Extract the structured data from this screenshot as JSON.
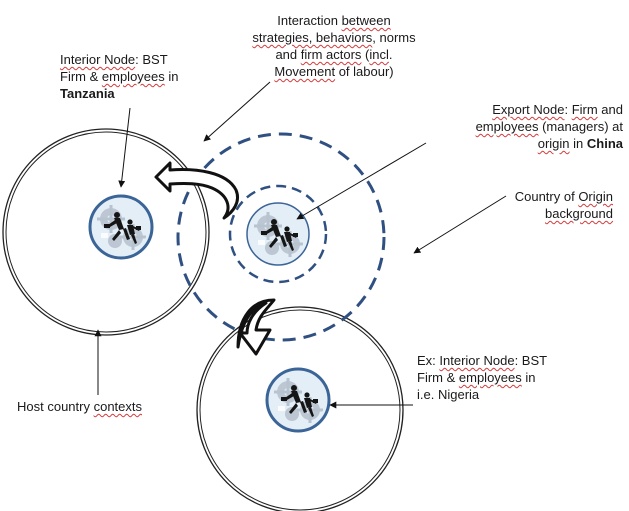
{
  "colors": {
    "outer_circle": "#1f1f1f",
    "dashed_circle": "#2f5080",
    "node_ring": "#3b6497",
    "node_fill": "#e3eef7",
    "arrow": "#111111"
  },
  "icons": {
    "node_icon": "business-people-gear-icon",
    "curved_arrow": "curved-arrow-icon"
  },
  "labels": {
    "interaction": {
      "line1_a": "Interaction ",
      "line1_b": "between",
      "line2_a": "strategies, behaviors",
      "line2_b": ", norms",
      "line3_a": "and ",
      "line3_b": "firm actors",
      "line3_c": " (",
      "line3_d": "incl",
      "line3_e": ".",
      "line4_a": "Movement",
      "line4_b": " of labour)"
    },
    "tanzania": {
      "line1_a": "Interior Node",
      "line1_b": ": BST",
      "line2_a": "Firm & ",
      "line2_b": "employees",
      "line2_c": " in",
      "line3": "Tanzania"
    },
    "export": {
      "line1_a": "Export Node",
      "line1_b": ":  ",
      "line1_c": "Firm",
      "line1_d": " and",
      "line2_a": "employees",
      "line2_b": " (managers) at",
      "line3_a": "origin",
      "line3_b": " in ",
      "line3_c": "China"
    },
    "origin": {
      "line1_a": "Country of ",
      "line1_b": "Origin",
      "line2": "background"
    },
    "host": {
      "a": "Host country ",
      "b": "contexts"
    },
    "nigeria": {
      "line1_a": "Ex: ",
      "line1_b": "Interior Node",
      "line1_c": ": BST",
      "line2_a": "Firm & ",
      "line2_b": "employees",
      "line2_c": " in",
      "line3": "i.e. Nigeria"
    }
  }
}
